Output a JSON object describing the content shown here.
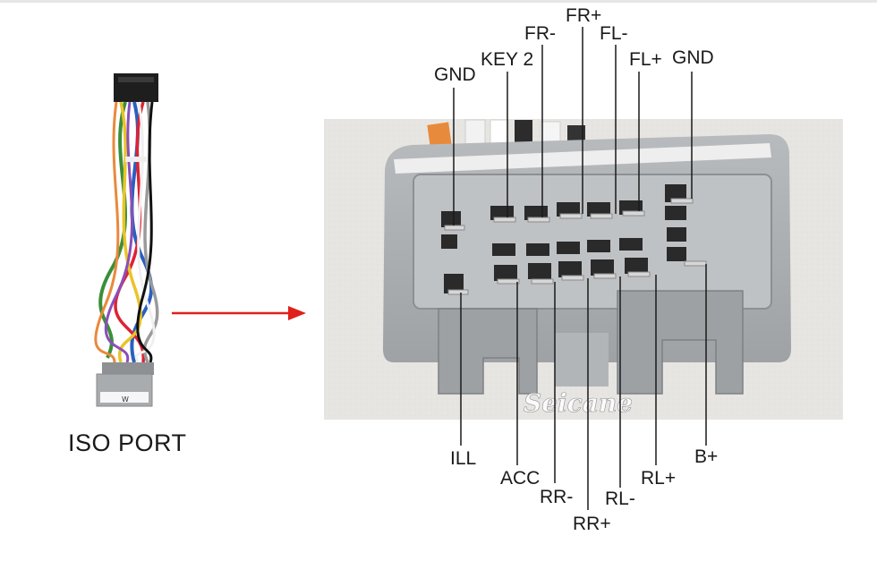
{
  "figure": {
    "left_caption": "ISO PORT",
    "watermark": "Seicane",
    "harness_tag_text": "W",
    "top_pins": [
      "GND",
      "KEY 2",
      "FR-",
      "FR+",
      "FL-",
      "FL+",
      "GND"
    ],
    "bottom_pins": [
      "ILL",
      "ACC",
      "RR-",
      "RR+",
      "RL-",
      "RL+",
      "B+"
    ],
    "colors": {
      "arrow": "#e0201b",
      "connector_gray": "#a7aaad",
      "photo_bg": "#e7e5e2",
      "leader_line": "#1a1a1a"
    }
  }
}
